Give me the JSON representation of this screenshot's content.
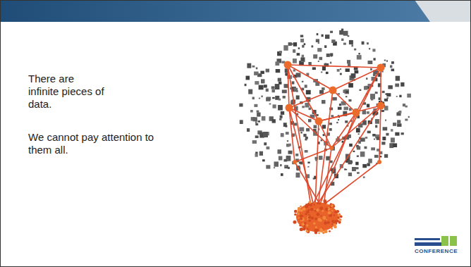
{
  "diagram": {
    "labels": [
      "There are infinite pieces of data.",
      "We cannot pay attention to them all.",
      "CONFERENCE"
    ]
  }
}
